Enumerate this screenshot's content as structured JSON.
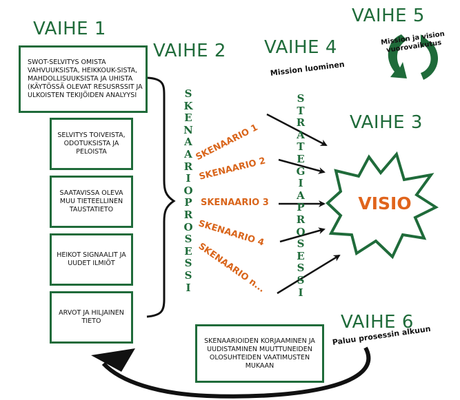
{
  "phases": {
    "p1": "VAIHE 1",
    "p2": "VAIHE 2",
    "p3": "VAIHE 3",
    "p4": "VAIHE 4",
    "p5": "VAIHE 5",
    "p6": "VAIHE 6"
  },
  "boxes": [
    "SWOT-SELVITYS OMISTA VAHVUUKSISTA, HEIKKOUK-SISTA, MAHDOLLISUUKSISTA JA UHISTA (KÄYTÖSSÄ OLEVAT RESUSRSSIT JA ULKOISTEN TEKIJÖIDEN ANALYYSI",
    "SELVITYS TOIVEISTA, ODOTUKSISTA JA PELOISTA",
    "SAATAVISSA OLEVA MUU TIETEELLINEN TAUSTATIETO",
    "HEIKOT SIGNAALIT JA UUDET ILMIÖT",
    "ARVOT JA HILJAINEN TIETO"
  ],
  "vertical_labels": {
    "skenaarioprosessi": "SKENAARIOPROSESSI",
    "strategiaprosessi": "STRATEGIAPROSESSI"
  },
  "scenarios": [
    "SKENAARIO 1",
    "SKENAARIO 2",
    "SKENAARIO 3",
    "SKENAARIO 4",
    "SKENAARIO n..."
  ],
  "visio": "VISIO",
  "mission": "Mission luominen",
  "mission_vision": "Mission ja vision vuorovaikutus",
  "return_label": "Paluu prosessin alkuun",
  "feedback_box": "SKENAARIOIDEN KORJAAMINEN JA UUDISTAMINEN MUUTTUNEIDEN OLOSUHTEIDEN VAATIMUSTEN MUKAAN",
  "colors": {
    "green": "#1f6b3a",
    "orange": "#d9651b",
    "black": "#111111"
  },
  "icons": [
    "cycle-arrows-icon",
    "starburst-shape"
  ]
}
